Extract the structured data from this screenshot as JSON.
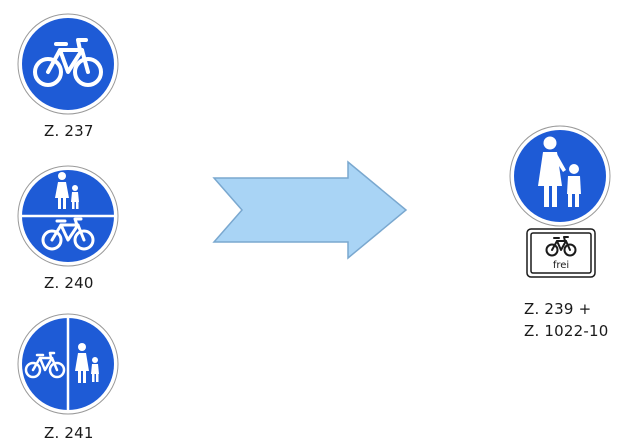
{
  "signs": [
    {
      "id": "z237",
      "caption": "Z. 237"
    },
    {
      "id": "z240",
      "caption": "Z. 240"
    },
    {
      "id": "z241",
      "caption": "Z. 241"
    },
    {
      "id": "z239",
      "caption_line1": "Z. 239 +",
      "caption_line2": "Z. 1022-10",
      "supplementary_text": "frei"
    }
  ],
  "colors": {
    "sign_blue": "#1e5bd6",
    "sign_border": "#ffffff",
    "outline": "#9a9a9a",
    "arrow_fill": "#a9d4f5",
    "arrow_stroke": "#7aa8cf"
  },
  "icons": [
    "bicycle-icon",
    "pedestrian-adult-child-icon",
    "right-arrow-shape"
  ]
}
